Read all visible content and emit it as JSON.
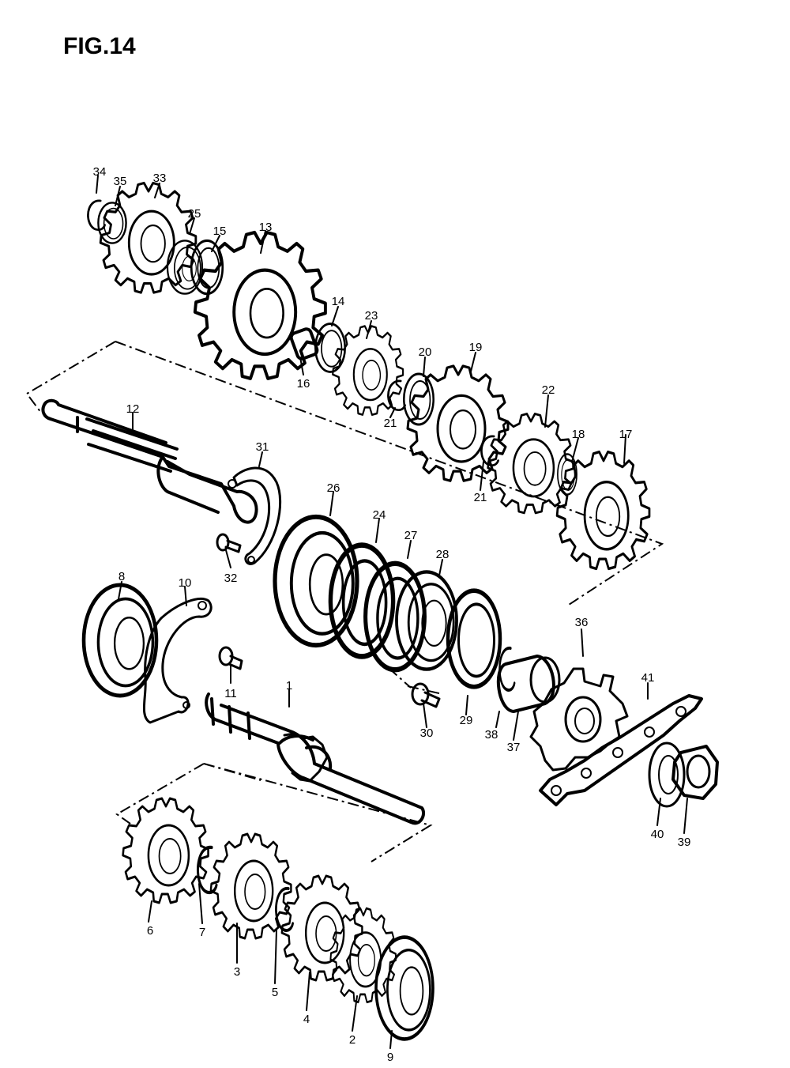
{
  "figure": {
    "title": "FIG.14"
  },
  "parts": [
    {
      "id": "p34",
      "number": "34"
    },
    {
      "id": "p35",
      "number": "35"
    },
    {
      "id": "p33",
      "number": "33"
    },
    {
      "id": "p25",
      "number": "25"
    },
    {
      "id": "p15",
      "number": "15"
    },
    {
      "id": "p13",
      "number": "13"
    },
    {
      "id": "p14",
      "number": "14"
    },
    {
      "id": "p23",
      "number": "23"
    },
    {
      "id": "p16",
      "number": "16"
    },
    {
      "id": "p20",
      "number": "20"
    },
    {
      "id": "p19",
      "number": "19"
    },
    {
      "id": "p21a",
      "number": "21"
    },
    {
      "id": "p22",
      "number": "22"
    },
    {
      "id": "p18",
      "number": "18"
    },
    {
      "id": "p17",
      "number": "17"
    },
    {
      "id": "p21b",
      "number": "21"
    },
    {
      "id": "p12",
      "number": "12"
    },
    {
      "id": "p31",
      "number": "31"
    },
    {
      "id": "p26",
      "number": "26"
    },
    {
      "id": "p24",
      "number": "24"
    },
    {
      "id": "p27",
      "number": "27"
    },
    {
      "id": "p28",
      "number": "28"
    },
    {
      "id": "p32",
      "number": "32"
    },
    {
      "id": "p8",
      "number": "8"
    },
    {
      "id": "p10",
      "number": "10"
    },
    {
      "id": "p11",
      "number": "11"
    },
    {
      "id": "p36",
      "number": "36"
    },
    {
      "id": "p41",
      "number": "41"
    },
    {
      "id": "p1",
      "number": "1"
    },
    {
      "id": "p30",
      "number": "30"
    },
    {
      "id": "p29",
      "number": "29"
    },
    {
      "id": "p38",
      "number": "38"
    },
    {
      "id": "p37",
      "number": "37"
    },
    {
      "id": "p40",
      "number": "40"
    },
    {
      "id": "p39",
      "number": "39"
    },
    {
      "id": "p6",
      "number": "6"
    },
    {
      "id": "p7",
      "number": "7"
    },
    {
      "id": "p3",
      "number": "3"
    },
    {
      "id": "p5",
      "number": "5"
    },
    {
      "id": "p4",
      "number": "4"
    },
    {
      "id": "p2",
      "number": "2"
    },
    {
      "id": "p9",
      "number": "9"
    }
  ]
}
